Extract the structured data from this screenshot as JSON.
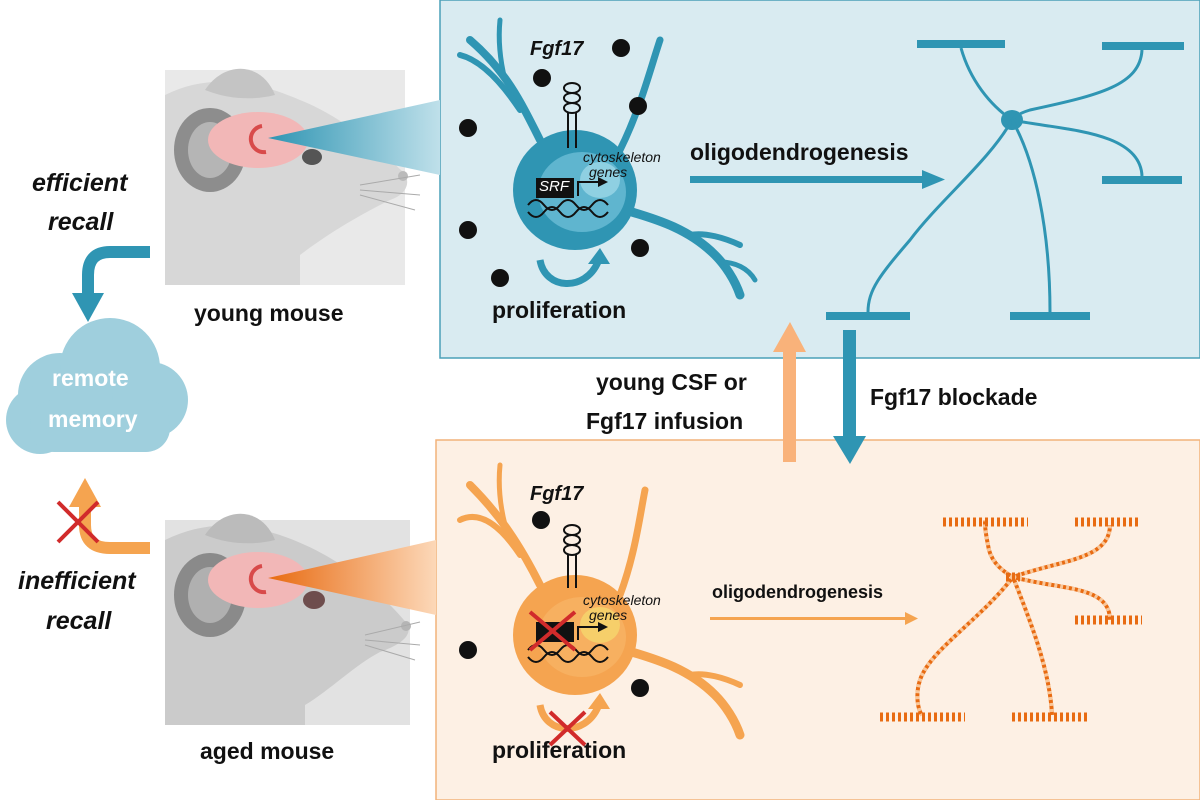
{
  "labels": {
    "efficient_recall_1": "efficient",
    "efficient_recall_2": "recall",
    "inefficient_recall_1": "inefficient",
    "inefficient_recall_2": "recall",
    "young_mouse": "young mouse",
    "aged_mouse": "aged mouse",
    "remote_memory_1": "remote",
    "remote_memory_2": "memory",
    "fgf17_top": "Fgf17",
    "fgf17_bottom": "Fgf17",
    "srf": "SRF",
    "cytoskeleton_top_1": "cytoskeleton",
    "cytoskeleton_top_2": "genes",
    "cytoskeleton_bottom_1": "cytoskeleton",
    "cytoskeleton_bottom_2": "genes",
    "oligo_top": "oligodendrogenesis",
    "oligo_bottom": "oligodendrogenesis",
    "prolif_top": "proliferation",
    "prolif_bottom": "proliferation",
    "young_csf_1": "young CSF or",
    "young_csf_2": "Fgf17 infusion",
    "fgf17_blockade": "Fgf17 blockade"
  },
  "colors": {
    "young_panel": "#d9ebf1",
    "young_border": "#4aa0b8",
    "teal": "#2f95b3",
    "aged_panel": "#fdf0e4",
    "aged_border": "#f2b27a",
    "orange": "#f5a450",
    "orange_dark": "#e86b12",
    "cloud": "#9fcfdd",
    "cross": "#d12b2b"
  }
}
